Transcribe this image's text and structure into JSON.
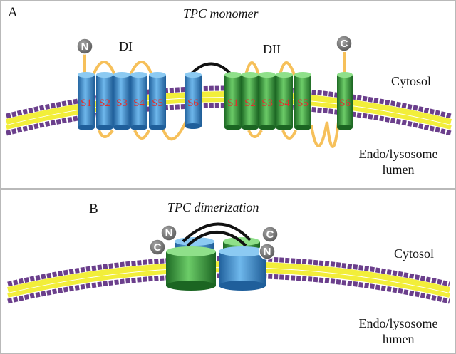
{
  "panel_a": {
    "letter": "A",
    "title": "TPC monomer",
    "domain_1": "DI",
    "domain_2": "DII",
    "cytosol": "Cytosol",
    "lumen_line1": "Endo/lysosome",
    "lumen_line2": "lumen",
    "n_terminus": "N",
    "c_terminus": "C",
    "segments_d1": [
      "S1",
      "S2",
      "S3",
      "S4",
      "S5",
      "S6"
    ],
    "segments_d2": [
      "S1",
      "S2",
      "S3",
      "S4",
      "S5",
      "S6"
    ]
  },
  "panel_b": {
    "letter": "B",
    "title": "TPC dimerization",
    "cytosol": "Cytosol",
    "lumen_line1": "Endo/lysosome",
    "lumen_line2": "lumen",
    "n_terminus": "N",
    "c_terminus": "C"
  },
  "colors": {
    "domain_1": "#3a8fd0",
    "domain_2": "#2f9a3a",
    "loop": "#f6c05a",
    "membrane_head": "#7d4d9c",
    "membrane_core": "#f2ee3a",
    "terminus": "#707070",
    "segment_label": "#e0302d"
  }
}
